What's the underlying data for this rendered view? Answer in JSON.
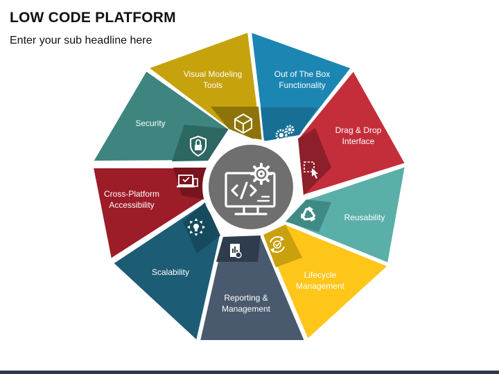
{
  "header": {
    "title": "LOW CODE PLATFORM",
    "subtitle": "Enter your sub headline here"
  },
  "center": {
    "icon": "code-monitor-gear-icon"
  },
  "segments": [
    {
      "id": "security",
      "label_lines": [
        "Security"
      ],
      "icon": "shield-lock-icon",
      "color": "#3e857f",
      "tab_color": "#2c6762"
    },
    {
      "id": "visual-modeling",
      "label_lines": [
        "Visual Modeling",
        "Tools"
      ],
      "icon": "cube-icon",
      "color": "#c6a20c",
      "tab_color": "#8e7408"
    },
    {
      "id": "out-of-box",
      "label_lines": [
        "Out of The Box",
        "Functionality"
      ],
      "icon": "gears-icon",
      "color": "#1c86b3",
      "tab_color": "#176f96"
    },
    {
      "id": "drag-drop",
      "label_lines": [
        "Drag & Drop",
        "Interface"
      ],
      "icon": "drag-drop-icon",
      "color": "#c42e3a",
      "tab_color": "#8d1f2a"
    },
    {
      "id": "reusability",
      "label_lines": [
        "Reusability"
      ],
      "icon": "recycle-icon",
      "color": "#5aafa8",
      "tab_color": "#3f8a84"
    },
    {
      "id": "lifecycle",
      "label_lines": [
        "Lifecycle",
        "Management"
      ],
      "icon": "cycle-check-icon",
      "color": "#ffc61a",
      "tab_color": "#caa00d"
    },
    {
      "id": "reporting",
      "label_lines": [
        "Reporting &",
        "Management"
      ],
      "icon": "report-document-icon",
      "color": "#4a5a6e",
      "tab_color": "#2f3c4e"
    },
    {
      "id": "scalability",
      "label_lines": [
        "Scalability"
      ],
      "icon": "scale-arrows-icon",
      "color": "#1d5c75",
      "tab_color": "#164a5e"
    },
    {
      "id": "cross-platform",
      "label_lines": [
        "Cross-Platform",
        "Accessibility"
      ],
      "icon": "devices-icon",
      "color": "#9c1c28",
      "tab_color": "#77141e"
    }
  ]
}
